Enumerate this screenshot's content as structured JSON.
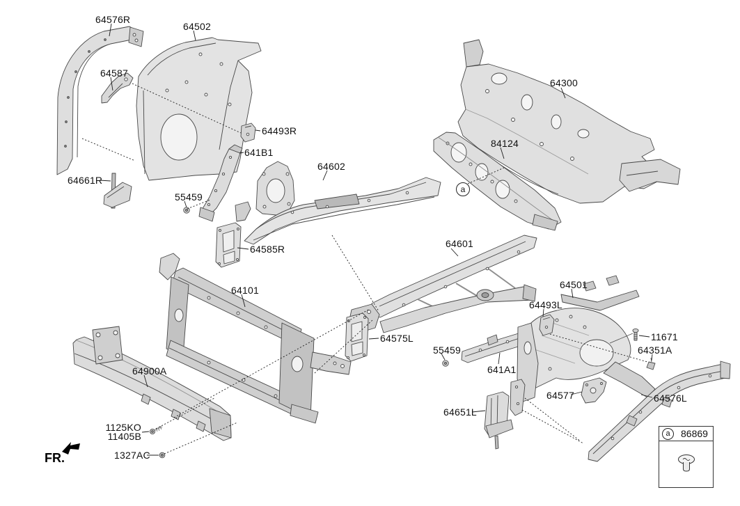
{
  "fr_label": "FR.",
  "callout_ref": "a",
  "legend": {
    "ref": "a",
    "part_number": "86869"
  },
  "labels": {
    "p64576R": "64576R",
    "p64502": "64502",
    "p64587": "64587",
    "p64493R": "64493R",
    "p641B1": "641B1",
    "p64661R": "64661R",
    "p55459_left": "55459",
    "p64585R": "64585R",
    "p64602": "64602",
    "p64300": "64300",
    "p84124": "84124",
    "p64601": "64601",
    "p64101": "64101",
    "p64900A": "64900A",
    "p64575L": "64575L",
    "p55459_right": "55459",
    "p641A1": "641A1",
    "p64501": "64501",
    "p64493L": "64493L",
    "p11671": "11671",
    "p64351A": "64351A",
    "p64577": "64577",
    "p64576L": "64576L",
    "p64651L": "64651L",
    "p1125KO": "1125KO",
    "p11405B": "11405B",
    "p1327AC": "1327AC"
  }
}
